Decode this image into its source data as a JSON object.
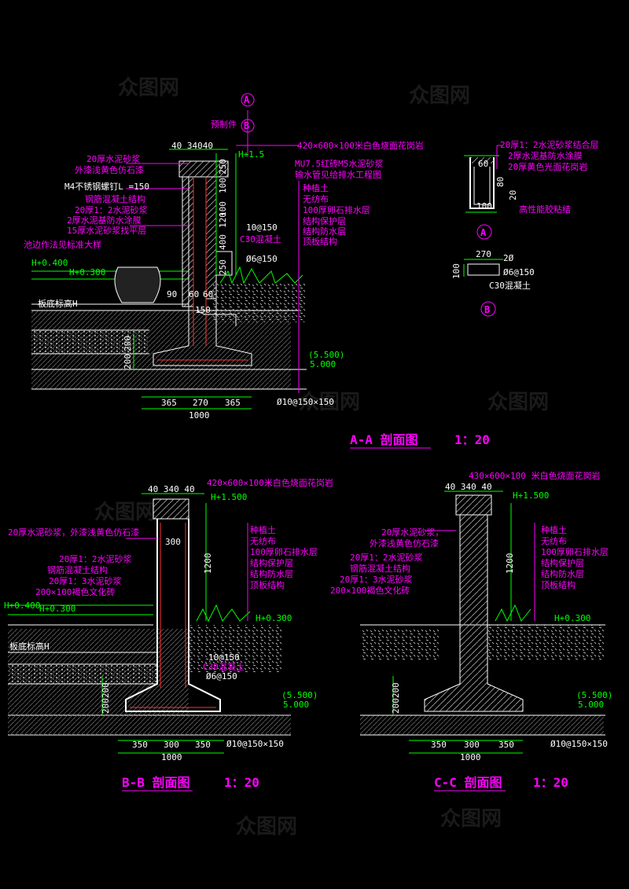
{
  "watermark": "众图网",
  "sections": {
    "aa": {
      "title": "A-A 剖面图",
      "scale": "1：20",
      "callout_a": "A",
      "callout_b": "B",
      "prefab": "预制件",
      "top_dims": "40 34040",
      "labels_left": [
        "20厚水泥砂浆",
        "外漆浅黄色仿石漆",
        "M4不锈钢螺钉L  =150",
        "钢筋混凝土结构",
        "20厚1：2水泥砂浆",
        "2厚水泥基防水涂膜",
        "15厚水泥砂浆找平层",
        "池边作法见标准大样"
      ],
      "labels_right_top": [
        "420×600×100米白色烧面花岗岩",
        "MU7.5红砖M5水泥砂浆",
        "输水管见给排水工程图"
      ],
      "labels_right": [
        "种植土",
        "无纺布",
        "100厚卵石排水层",
        "结构保护层",
        "结构防水层",
        "顶板结构"
      ],
      "h15": "H+1.5",
      "h0400": "H+0.400",
      "h0300": "H+0.300",
      "pool_bottom": "板底标高H",
      "vdims": [
        "250",
        "100",
        "120",
        "100",
        "400",
        "250"
      ],
      "rebar1": "10@150",
      "concrete": "C30混凝土",
      "rebar2": "Ø6@150",
      "small_dims": [
        "90",
        "60",
        "60",
        "150"
      ],
      "vert_200": "200",
      "vert_200b": "200",
      "level_1": "(5.500)",
      "level_2": "5.000",
      "bottom_dims": [
        "365",
        "270",
        "365"
      ],
      "total": "1000",
      "rebar_bottom": "Ø10@150×150"
    },
    "detail_a": {
      "labels": [
        "20厚1：2水泥砂浆结合层",
        "2厚水泥基防水涂膜",
        "20厚黄色光面花岗岩",
        "高性能胶粘结"
      ],
      "dims": [
        "60",
        "80",
        "20",
        "100"
      ],
      "tag": "A"
    },
    "detail_b": {
      "top": "270",
      "rebar_a": "2Ø",
      "rebar_b": "Ø6@150",
      "side": "100",
      "concrete": "C30混凝土",
      "tag": "B"
    },
    "bb": {
      "title": "B-B 剖面图",
      "scale": "1：20",
      "top_dims": "40 340 40",
      "granite": "420×600×100米白色烧面花岗岩",
      "h1500": "H+1.500",
      "labels_left": [
        "20厚水泥砂浆，外漆浅黄色仿石漆",
        "20厚1：2水泥砂浆",
        "钢筋混凝土结构",
        "20厚1：3水泥砂浆",
        "200×100褐色文化砖"
      ],
      "labels_right": [
        "种植土",
        "无纺布",
        "100厚卵石排水层",
        "结构保护层",
        "结构防水层",
        "顶板结构"
      ],
      "dim_300": "300",
      "dim_1200": "1200",
      "h0400": "H+0.400",
      "h0300a": "H+0.300",
      "h0300b": "H+0.300",
      "pool_bottom": "板底标高H",
      "rebar1": "10@150",
      "concrete": "C30混凝土",
      "rebar2": "Ø6@150",
      "vert": "200200",
      "level_1": "(5.500)",
      "level_2": "5.000",
      "bottom_dims": [
        "350",
        "300",
        "350"
      ],
      "total": "1000",
      "rebar_bottom": "Ø10@150×150"
    },
    "cc": {
      "title": "C-C 剖面图",
      "scale": "1：20",
      "top_dims": "40  340 40",
      "granite": "430×600×100  米白色烧面花岗岩",
      "h1500": "H+1.500",
      "labels_left": [
        "20厚水泥砂浆，",
        "外漆浅黄色仿石漆",
        "20厚1：2水泥砂浆",
        "钢筋混凝土结构",
        "20厚1：3水泥砂浆",
        "200×100褐色文化砖"
      ],
      "labels_right": [
        "种植土",
        "无纺布",
        "100厚卵石排水层",
        "结构保护层",
        "结构防水层",
        "顶板结构"
      ],
      "dim_1200": "1200",
      "h0300": "H+0.300",
      "vert": "200200",
      "level_1": "(5.500)",
      "level_2": "5.000",
      "bottom_dims": [
        "350",
        "300",
        "350"
      ],
      "total": "1000",
      "rebar_bottom": "Ø10@150×150"
    }
  },
  "colors": {
    "background": "#000000",
    "annotation": "#ff00ff",
    "dimension": "#00ff00",
    "outline": "#ffffff"
  }
}
